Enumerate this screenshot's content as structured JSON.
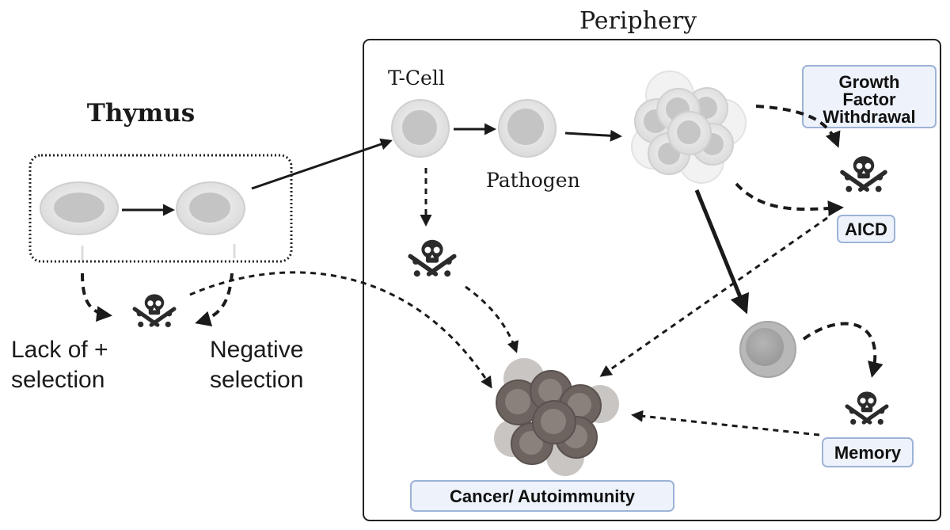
{
  "titles": {
    "thymus": "Thymus",
    "periphery": "Periphery"
  },
  "labels": {
    "tcell": "T-Cell",
    "pathogen": "Pathogen",
    "lack_line1": "Lack of +",
    "lack_line2": "selection",
    "neg_line1": "Negative",
    "neg_line2": "selection"
  },
  "boxes": {
    "growth_line1": "Growth",
    "growth_line2": "Factor",
    "growth_line3": "Withdrawal",
    "aicd": "AICD",
    "memory": "Memory",
    "cancer": "Cancer/ Autoimmunity"
  },
  "icons": {
    "death": "skull-crossbones-icon",
    "cell": "cell-icon",
    "cluster": "cell-cluster-icon"
  },
  "colors": {
    "box_fill": "#eef3fb",
    "box_stroke": "#9db3d6",
    "tumor": "#7a706c",
    "cell": "#e6e6e6"
  }
}
